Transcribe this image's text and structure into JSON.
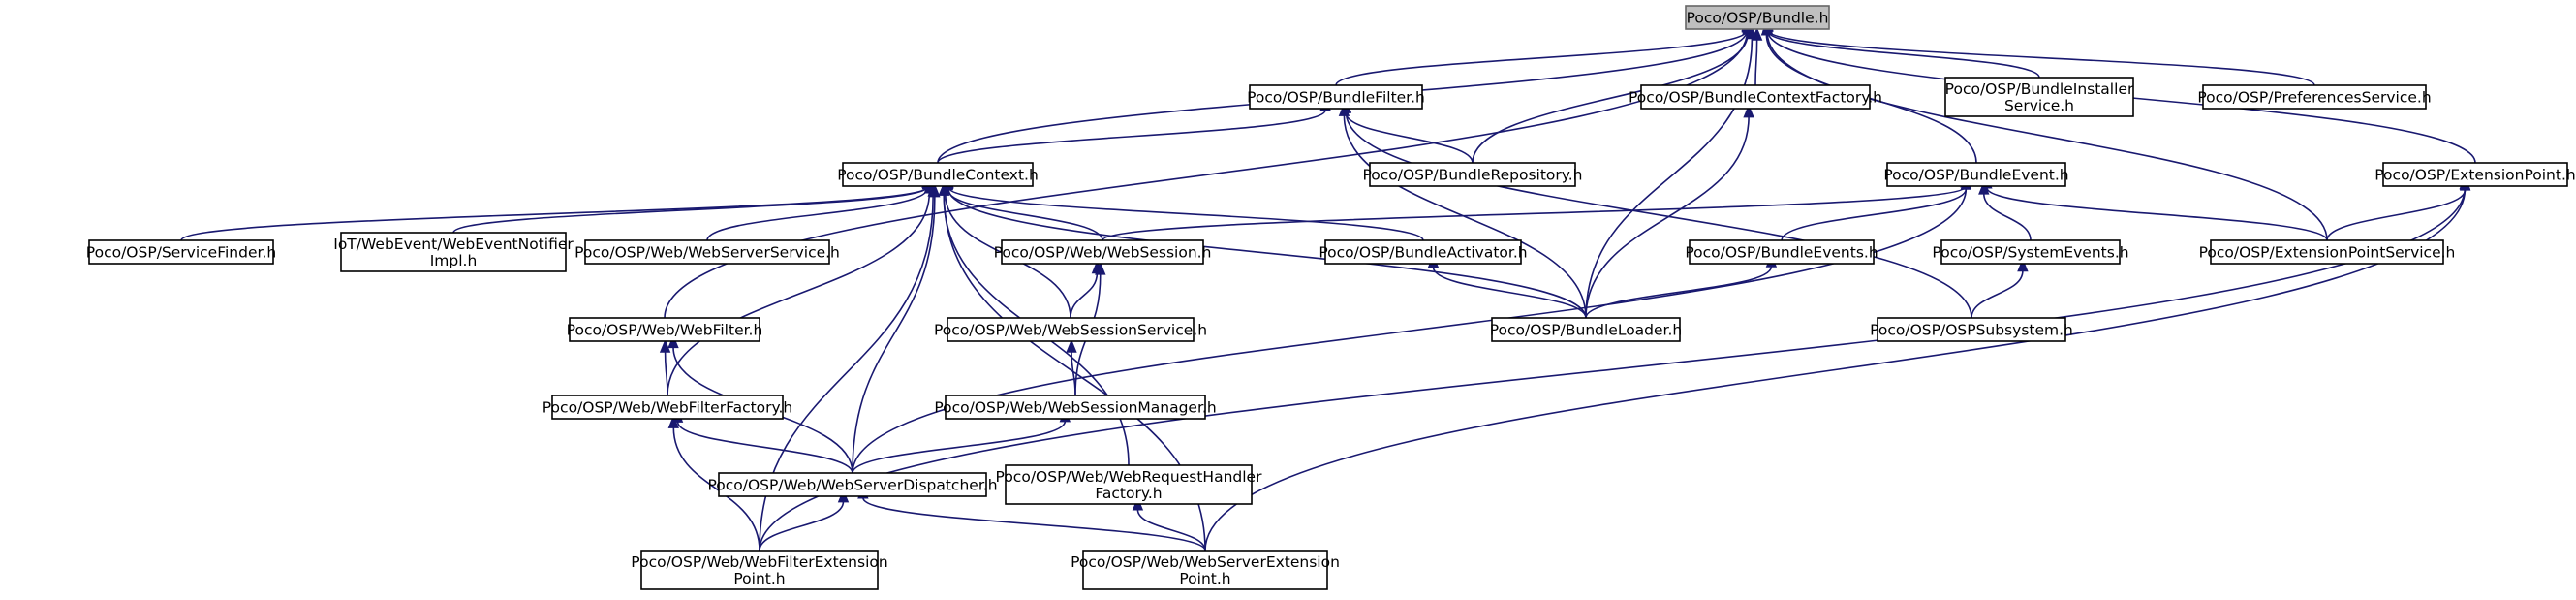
{
  "colors": {
    "edge": "#191970",
    "root_fill": "#bfbfbf",
    "node_fill": "#ffffff",
    "border": "#000000"
  },
  "nodes": [
    {
      "id": "bundle",
      "lines": [
        "Poco/OSP/Bundle.h"
      ],
      "root": true
    },
    {
      "id": "bundlefilter",
      "lines": [
        "Poco/OSP/BundleFilter.h"
      ]
    },
    {
      "id": "bundlecontextfactory",
      "lines": [
        "Poco/OSP/BundleContextFactory.h"
      ]
    },
    {
      "id": "bundleinstallerservice",
      "lines": [
        "Poco/OSP/BundleInstaller",
        "Service.h"
      ]
    },
    {
      "id": "preferencesservice",
      "lines": [
        "Poco/OSP/PreferencesService.h"
      ]
    },
    {
      "id": "bundlecontext",
      "lines": [
        "Poco/OSP/BundleContext.h"
      ]
    },
    {
      "id": "bundlerepository",
      "lines": [
        "Poco/OSP/BundleRepository.h"
      ]
    },
    {
      "id": "bundleevent",
      "lines": [
        "Poco/OSP/BundleEvent.h"
      ]
    },
    {
      "id": "extensionpoint",
      "lines": [
        "Poco/OSP/ExtensionPoint.h"
      ]
    },
    {
      "id": "servicefinder",
      "lines": [
        "Poco/OSP/ServiceFinder.h"
      ]
    },
    {
      "id": "webeventnotifierimpl",
      "lines": [
        "IoT/WebEvent/WebEventNotifier",
        "Impl.h"
      ]
    },
    {
      "id": "webserverservice",
      "lines": [
        "Poco/OSP/Web/WebServerService.h"
      ]
    },
    {
      "id": "websession",
      "lines": [
        "Poco/OSP/Web/WebSession.h"
      ]
    },
    {
      "id": "bundleactivator",
      "lines": [
        "Poco/OSP/BundleActivator.h"
      ]
    },
    {
      "id": "bundleevents",
      "lines": [
        "Poco/OSP/BundleEvents.h"
      ]
    },
    {
      "id": "systemevents",
      "lines": [
        "Poco/OSP/SystemEvents.h"
      ]
    },
    {
      "id": "extensionpointservice",
      "lines": [
        "Poco/OSP/ExtensionPointService.h"
      ]
    },
    {
      "id": "webfilter",
      "lines": [
        "Poco/OSP/Web/WebFilter.h"
      ]
    },
    {
      "id": "websessionservice",
      "lines": [
        "Poco/OSP/Web/WebSessionService.h"
      ]
    },
    {
      "id": "bundleloader",
      "lines": [
        "Poco/OSP/BundleLoader.h"
      ]
    },
    {
      "id": "ospsubsystem",
      "lines": [
        "Poco/OSP/OSPSubsystem.h"
      ]
    },
    {
      "id": "webfilterfactory",
      "lines": [
        "Poco/OSP/Web/WebFilterFactory.h"
      ]
    },
    {
      "id": "websessionmanager",
      "lines": [
        "Poco/OSP/Web/WebSessionManager.h"
      ]
    },
    {
      "id": "webserverdispatcher",
      "lines": [
        "Poco/OSP/Web/WebServerDispatcher.h"
      ]
    },
    {
      "id": "webrequesthandlerfactory",
      "lines": [
        "Poco/OSP/Web/WebRequestHandler",
        "Factory.h"
      ]
    },
    {
      "id": "webfilterextensionpoint",
      "lines": [
        "Poco/OSP/Web/WebFilterExtension",
        "Point.h"
      ]
    },
    {
      "id": "webserverextensionpoint",
      "lines": [
        "Poco/OSP/Web/WebServerExtension",
        "Point.h"
      ]
    }
  ],
  "edges": [
    [
      "bundlefilter",
      "bundle"
    ],
    [
      "bundlecontextfactory",
      "bundle"
    ],
    [
      "bundleinstallerservice",
      "bundle"
    ],
    [
      "preferencesservice",
      "bundle"
    ],
    [
      "bundlecontext",
      "bundle"
    ],
    [
      "bundlerepository",
      "bundle"
    ],
    [
      "bundleevent",
      "bundle"
    ],
    [
      "extensionpoint",
      "bundle"
    ],
    [
      "extensionpointservice",
      "bundle"
    ],
    [
      "bundleloader",
      "bundle"
    ],
    [
      "webfilter",
      "bundle"
    ],
    [
      "bundlecontext",
      "bundlefilter"
    ],
    [
      "bundlerepository",
      "bundlefilter"
    ],
    [
      "bundleloader",
      "bundlefilter"
    ],
    [
      "ospsubsystem",
      "bundlefilter"
    ],
    [
      "bundleloader",
      "bundlecontextfactory"
    ],
    [
      "servicefinder",
      "bundlecontext"
    ],
    [
      "webeventnotifierimpl",
      "bundlecontext"
    ],
    [
      "webserverservice",
      "bundlecontext"
    ],
    [
      "websession",
      "bundlecontext"
    ],
    [
      "bundleactivator",
      "bundlecontext"
    ],
    [
      "bundleloader",
      "bundlecontext"
    ],
    [
      "websessionservice",
      "bundlecontext"
    ],
    [
      "webfilterfactory",
      "bundlecontext"
    ],
    [
      "webserverdispatcher",
      "bundlecontext"
    ],
    [
      "webrequesthandlerfactory",
      "bundlecontext"
    ],
    [
      "webfilterextensionpoint",
      "bundlecontext"
    ],
    [
      "webserverextensionpoint",
      "bundlecontext"
    ],
    [
      "websession",
      "bundleevent"
    ],
    [
      "bundleevents",
      "bundleevent"
    ],
    [
      "systemevents",
      "bundleevent"
    ],
    [
      "extensionpointservice",
      "bundleevent"
    ],
    [
      "webserverdispatcher",
      "bundleevent"
    ],
    [
      "extensionpointservice",
      "extensionpoint"
    ],
    [
      "webfilterextensionpoint",
      "extensionpoint"
    ],
    [
      "webserverextensionpoint",
      "extensionpoint"
    ],
    [
      "websessionservice",
      "websession"
    ],
    [
      "websessionmanager",
      "websession"
    ],
    [
      "bundleloader",
      "bundleactivator"
    ],
    [
      "bundleloader",
      "bundleevents"
    ],
    [
      "ospsubsystem",
      "systemevents"
    ],
    [
      "webfilterfactory",
      "webfilter"
    ],
    [
      "webserverdispatcher",
      "webfilter"
    ],
    [
      "websessionmanager",
      "websessionservice"
    ],
    [
      "webserverdispatcher",
      "websessionmanager"
    ],
    [
      "webserverdispatcher",
      "webfilterfactory"
    ],
    [
      "webfilterextensionpoint",
      "webfilterfactory"
    ],
    [
      "webfilterextensionpoint",
      "webserverdispatcher"
    ],
    [
      "webserverextensionpoint",
      "webserverdispatcher"
    ],
    [
      "webserverextensionpoint",
      "webrequesthandlerfactory"
    ]
  ]
}
